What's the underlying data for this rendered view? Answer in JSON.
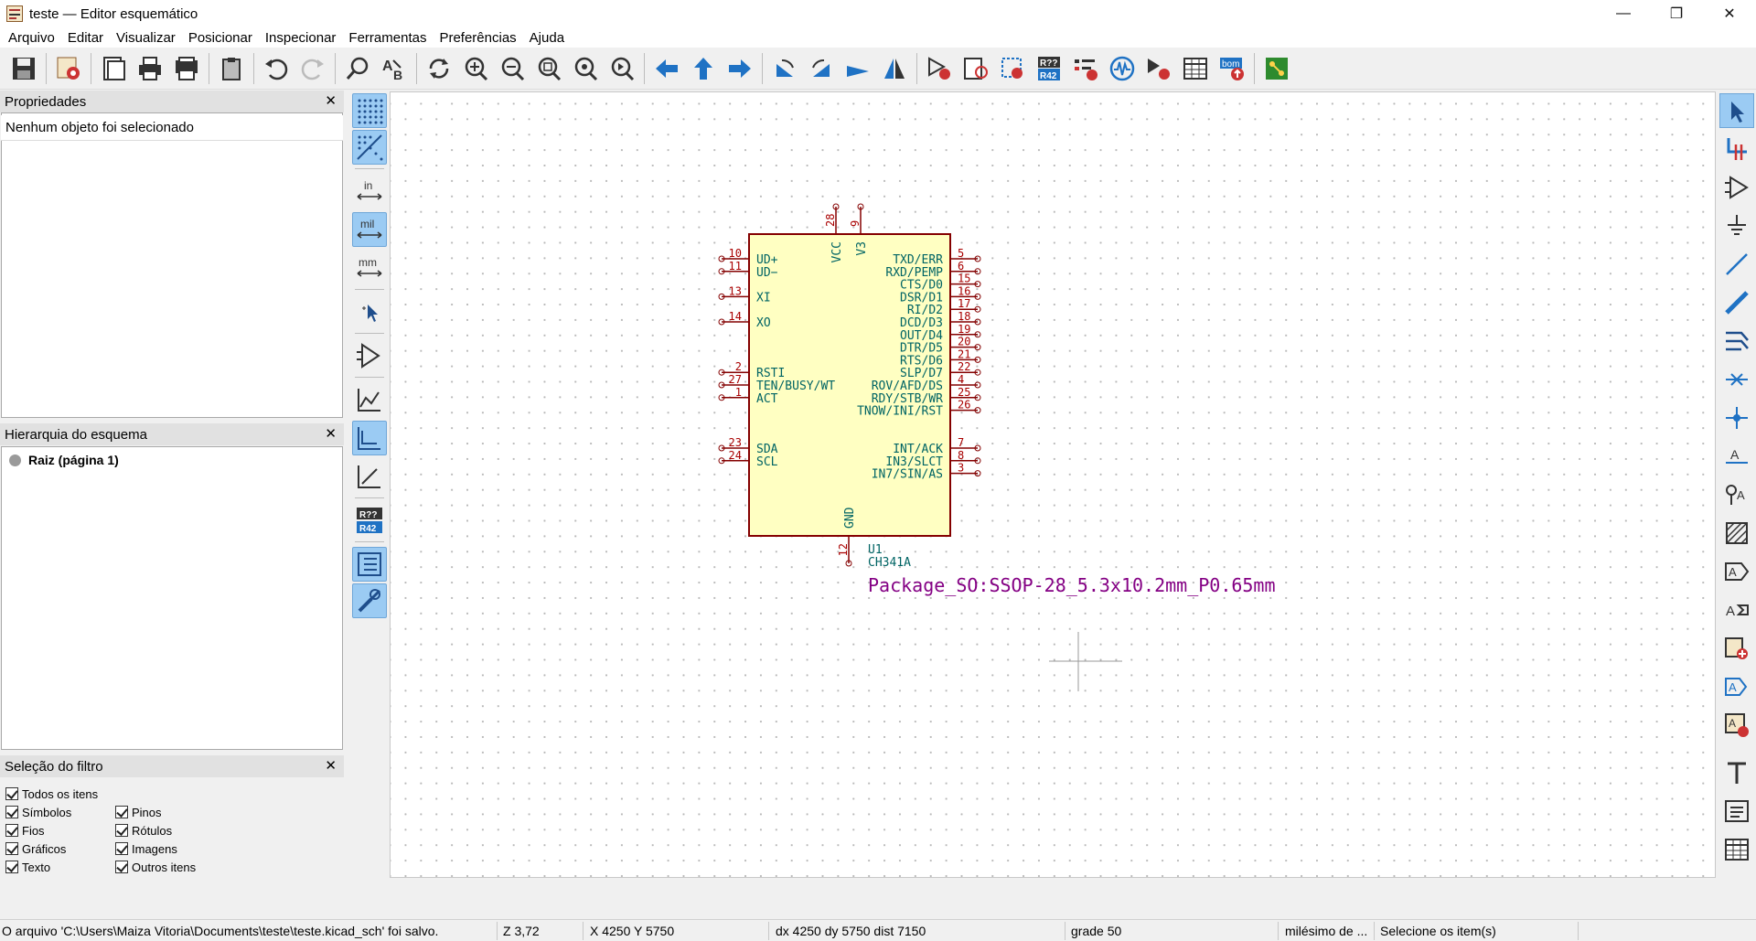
{
  "window": {
    "title": "teste — Editor esquemático",
    "minimize_glyph": "—",
    "maximize_glyph": "❐",
    "close_glyph": "✕"
  },
  "menubar": {
    "items": [
      "Arquivo",
      "Editar",
      "Visualizar",
      "Posicionar",
      "Inspecionar",
      "Ferramentas",
      "Preferências",
      "Ajuda"
    ]
  },
  "toolbar": {
    "icons": [
      "save-icon",
      "schematic-setup-icon",
      "page-settings-icon",
      "print-icon",
      "plot-icon",
      "paste-icon",
      "undo-icon",
      "redo-icon",
      "find-icon",
      "find-replace-icon",
      "refresh-icon",
      "zoom-in-icon",
      "zoom-out-icon",
      "zoom-fit-icon",
      "zoom-objects-icon",
      "zoom-selection-icon",
      "navigate-back-icon",
      "navigate-up-icon",
      "navigate-forward-icon",
      "rotate-ccw-icon",
      "rotate-cw-icon",
      "mirror-vertical-icon",
      "mirror-horizontal-icon",
      "erc-icon",
      "symbol-editor-icon",
      "symbol-browser-icon",
      "annotate-icon",
      "erc-check-icon",
      "simulator-icon",
      "footprint-assign-icon",
      "symbol-fields-table-icon",
      "bom-icon",
      "pcb-editor-icon"
    ],
    "annotate_label_top": "R??",
    "annotate_label_bottom": "R42",
    "bom_label": "bom"
  },
  "panels": {
    "properties": {
      "title": "Propriedades",
      "close": "✕",
      "empty_message": "Nenhum objeto foi selecionado"
    },
    "hierarchy": {
      "title": "Hierarquia do esquema",
      "close": "✕",
      "root": "Raiz (página 1)"
    },
    "filter": {
      "title": "Seleção do filtro",
      "close": "✕",
      "items": [
        {
          "label": "Todos os itens",
          "checked": true
        },
        {
          "label": "Símbolos",
          "checked": true
        },
        {
          "label": "Pinos",
          "checked": true
        },
        {
          "label": "Fios",
          "checked": true
        },
        {
          "label": "Rótulos",
          "checked": true
        },
        {
          "label": "Gráficos",
          "checked": true
        },
        {
          "label": "Imagens",
          "checked": true
        },
        {
          "label": "Texto",
          "checked": true
        },
        {
          "label": "Outros itens",
          "checked": true
        }
      ]
    }
  },
  "left_toolbar": {
    "unit_in": "in",
    "unit_mil": "mil",
    "unit_mm": "mm",
    "annotate_top": "R??",
    "annotate_bottom": "R42"
  },
  "schematic": {
    "reference": "U1",
    "value": "CH341A",
    "footprint": "Package_SO:SSOP-28_5.3x10.2mm_P0.65mm",
    "colors": {
      "body_fill": "#ffffc2",
      "body_stroke": "#840000",
      "pin": "#840000",
      "pin_name": "#006464",
      "pin_number": "#a90000",
      "reference": "#006464",
      "footprint": "#840084"
    },
    "top_pins": [
      {
        "num": "28",
        "name": "VCC"
      },
      {
        "num": "9",
        "name": "V3"
      }
    ],
    "bottom_pins": [
      {
        "num": "12",
        "name": "GND"
      }
    ],
    "left_pins": [
      {
        "num": "10",
        "name": "UD+"
      },
      {
        "num": "11",
        "name": "UD−"
      },
      {
        "num": "13",
        "name": "XI"
      },
      {
        "num": "14",
        "name": "XO"
      },
      {
        "num": "2",
        "name": "RSTI"
      },
      {
        "num": "27",
        "name": "TEN/BUSY/WT"
      },
      {
        "num": "1",
        "name": "ACT"
      },
      {
        "num": "23",
        "name": "SDA"
      },
      {
        "num": "24",
        "name": "SCL"
      }
    ],
    "right_pins": [
      {
        "num": "5",
        "name": "TXD/ERR"
      },
      {
        "num": "6",
        "name": "RXD/PEMP"
      },
      {
        "num": "15",
        "name": "CTS/D0"
      },
      {
        "num": "16",
        "name": "DSR/D1"
      },
      {
        "num": "17",
        "name": "RI/D2"
      },
      {
        "num": "18",
        "name": "DCD/D3"
      },
      {
        "num": "19",
        "name": "OUT/D4"
      },
      {
        "num": "20",
        "name": "DTR/D5"
      },
      {
        "num": "21",
        "name": "RTS/D6"
      },
      {
        "num": "22",
        "name": "SLP/D7"
      },
      {
        "num": "4",
        "name": "ROV/AFD/DS"
      },
      {
        "num": "25",
        "name": "RDY/STB/WR"
      },
      {
        "num": "26",
        "name": "TNOW/INI/RST"
      },
      {
        "num": "7",
        "name": "INT/ACK"
      },
      {
        "num": "8",
        "name": "IN3/SLCT"
      },
      {
        "num": "3",
        "name": "IN7/SIN/AS"
      }
    ]
  },
  "right_toolbar": {
    "icons": [
      "select-icon",
      "highlight-net-icon",
      "add-symbol-icon",
      "add-power-icon",
      "add-wire-icon",
      "add-bus-icon",
      "add-bus-entry-icon",
      "no-connect-icon",
      "junction-icon",
      "net-label-icon",
      "net-class-directive-icon",
      "rule-area-icon",
      "global-label-icon",
      "hierarchical-label-icon",
      "add-sheet-icon",
      "import-sheet-pin-icon",
      "sync-sheet-pins-icon",
      "add-text-icon",
      "add-textbox-icon",
      "add-table-icon"
    ]
  },
  "statusbar": {
    "message": "O arquivo 'C:\\Users\\Maiza Vitoria\\Documents\\teste\\teste.kicad_sch' foi salvo.",
    "zoom": "Z 3,72",
    "cursor": "X 4250  Y 5750",
    "delta": "dx 4250  dy 5750  dist 7150",
    "grid": "grade 50",
    "units": "milésimo de ...",
    "hint": "Selecione os item(s)"
  }
}
